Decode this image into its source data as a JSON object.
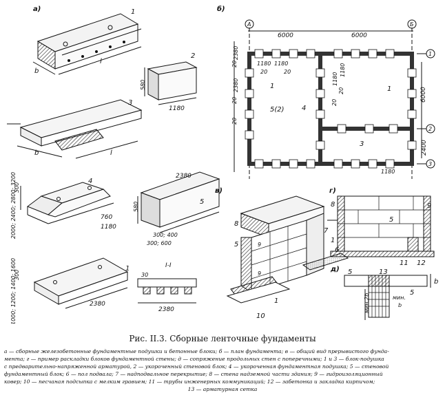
{
  "figure": {
    "panel_labels": {
      "a": "а)",
      "b": "б)",
      "v": "в)",
      "g": "г)",
      "d": "д)"
    },
    "panel_a": {
      "numbers": {
        "n1": "1",
        "n2": "2",
        "n3": "3",
        "n4": "4",
        "n5": "5",
        "n1b": "1"
      },
      "dims": {
        "b1": "b",
        "l1": "l",
        "h580": "580",
        "w1180": "1180",
        "b3": "b",
        "l3": "l",
        "h500": "500",
        "w2000": "2000; 2400; 2800; 3200",
        "d760": "760",
        "d1180": "1180",
        "h2380": "2380",
        "h580b": "580",
        "w300": "300; 400",
        "w300b": "300; 600",
        "h300": "300",
        "w1000": "1000; 1200; 1400; 1600",
        "w2380": "2380",
        "sec_title": "I-I",
        "sec_30": "30",
        "sec_2380": "2380"
      }
    },
    "panel_b": {
      "axes": {
        "A": "А",
        "B": "Б",
        "ax1": "1",
        "ax2": "2",
        "ax3": "3"
      },
      "dims": {
        "top1": "6000",
        "top2": "6000",
        "d1180a": "1180",
        "d1180b": "1180",
        "d20a": "20",
        "d20b": "20",
        "left1": "20",
        "left2": "2380",
        "left3": "20",
        "left4": "2380",
        "left5": "20",
        "mid1180": "1180",
        "mid1180b": "1180",
        "mid20": "20",
        "mid20b": "20",
        "right6000": "6000",
        "right2400": "2400",
        "bot1180": "1180"
      },
      "labels": {
        "l1": "1",
        "l52": "5(2)",
        "l4": "4",
        "l1r": "1",
        "l3": "3"
      }
    },
    "panel_v": {
      "labels": {
        "n8": "8",
        "n7": "7",
        "n5": "5",
        "n9": "9",
        "n9b": "9",
        "n6": "6",
        "n1": "1",
        "n10": "10"
      }
    },
    "panel_g": {
      "labels": {
        "n8": "8",
        "n5": "5",
        "n9": "9",
        "n1": "1",
        "n11": "11",
        "n12": "12"
      }
    },
    "panel_d": {
      "labels": {
        "n13": "13",
        "n5": "5",
        "n5b": "5",
        "b": "b",
        "min1": "мин.",
        "min1b": "b",
        "min2": "мин.2b"
      }
    }
  },
  "caption": {
    "title": "Рис. II.3. Сборные ленточные фундаменты",
    "lines": [
      "а — сборные железобетонные фундаментные подушки и бетонные блоки; б — план фундамента; в — общий вид прерывистого фунда-",
      "мента; г — пример раскладки блоков фундаментной стены; д — сопряжение продольных стен с поперечными; 1 и 3 — блок-подушка",
      "с предварительно-напряженной арматурой, 2 — укороченный стеновой блок; 4 — укороченная фундаментная подушка; 5 — стеновой",
      "фундаментный блок; 6 — пол подвала; 7 — надподвальное перекрытие; 8 — стена надземной части здания; 9 — гидроизоляционный",
      "ковер; 10 — песчаная подсыпка с мелким гравием; 11 — трубы инженерных коммуникаций; 12 — забетонка и закладка кирпичом;"
    ],
    "last_line": "13 — арматурная сетка"
  }
}
